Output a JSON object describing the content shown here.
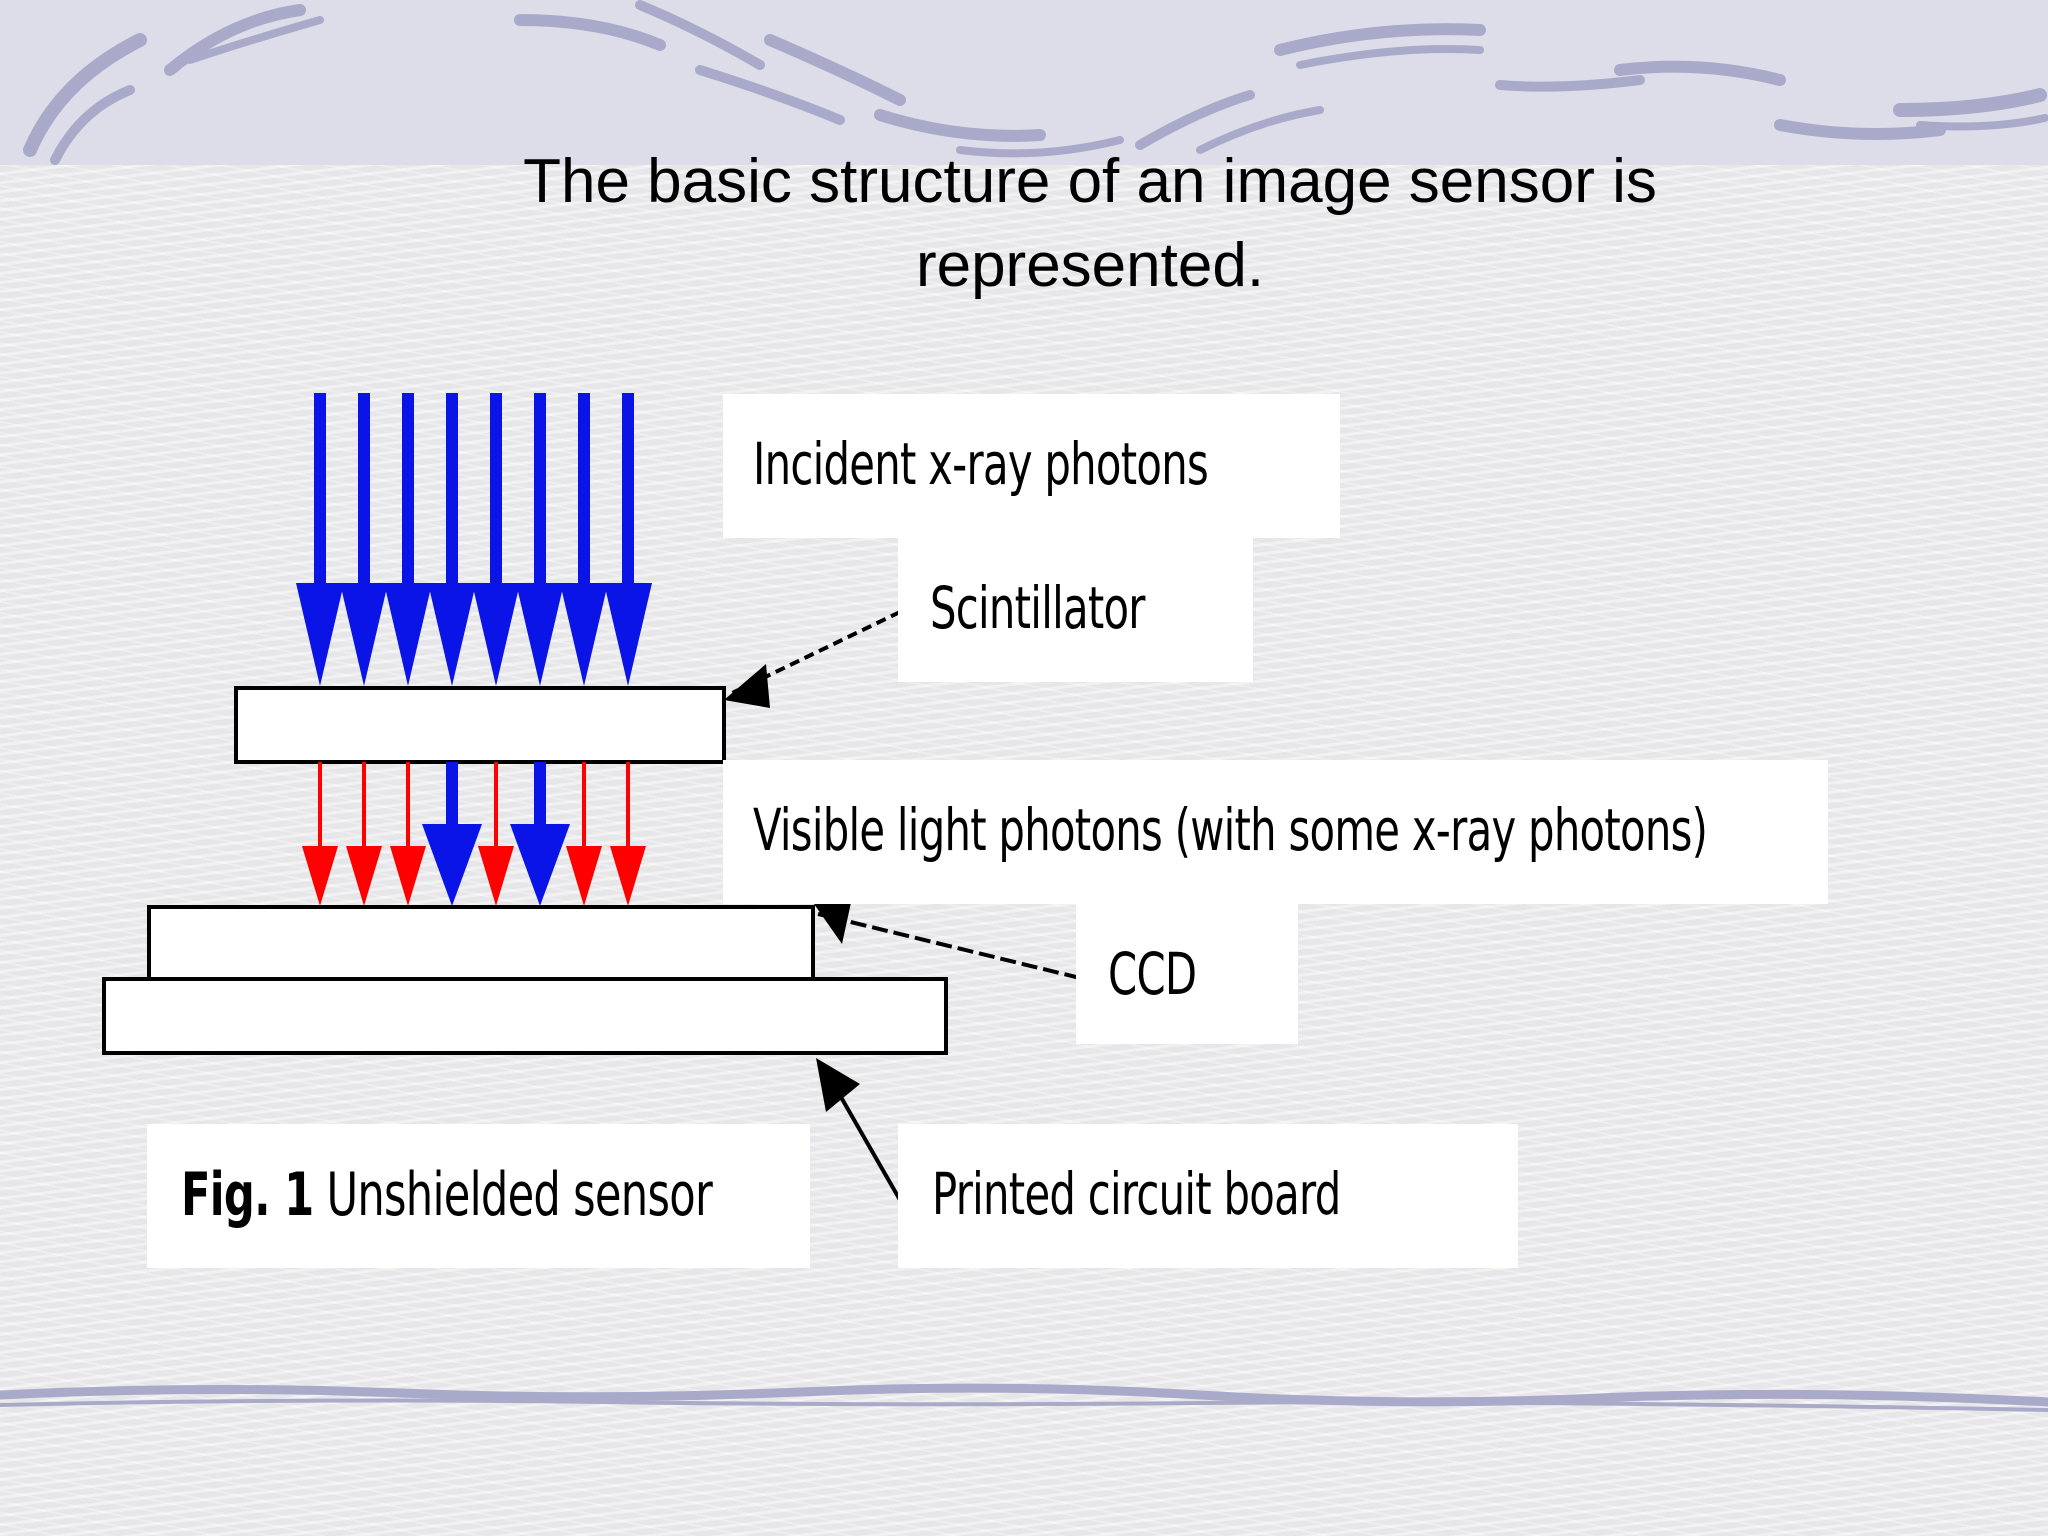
{
  "slide": {
    "title": "The basic structure of an image sensor is\nrepresented."
  },
  "diagram": {
    "labels": {
      "incident": "Incident x-ray photons",
      "scintillator": "Scintillator",
      "visible": "Visible light photons (with some x-ray photons)",
      "ccd": "CCD",
      "figure_prefix": "Fig. 1",
      "figure_caption": " Unshielded sensor",
      "pcb": "Printed circuit board"
    },
    "colors": {
      "xray": "#0a14e6",
      "visible_light": "#ff0000",
      "layer_fill": "#ffffff",
      "layer_stroke": "#000000",
      "background": "#ececee",
      "header_band": "#dcdde8",
      "decor_stroke": "#a9aac9"
    }
  }
}
